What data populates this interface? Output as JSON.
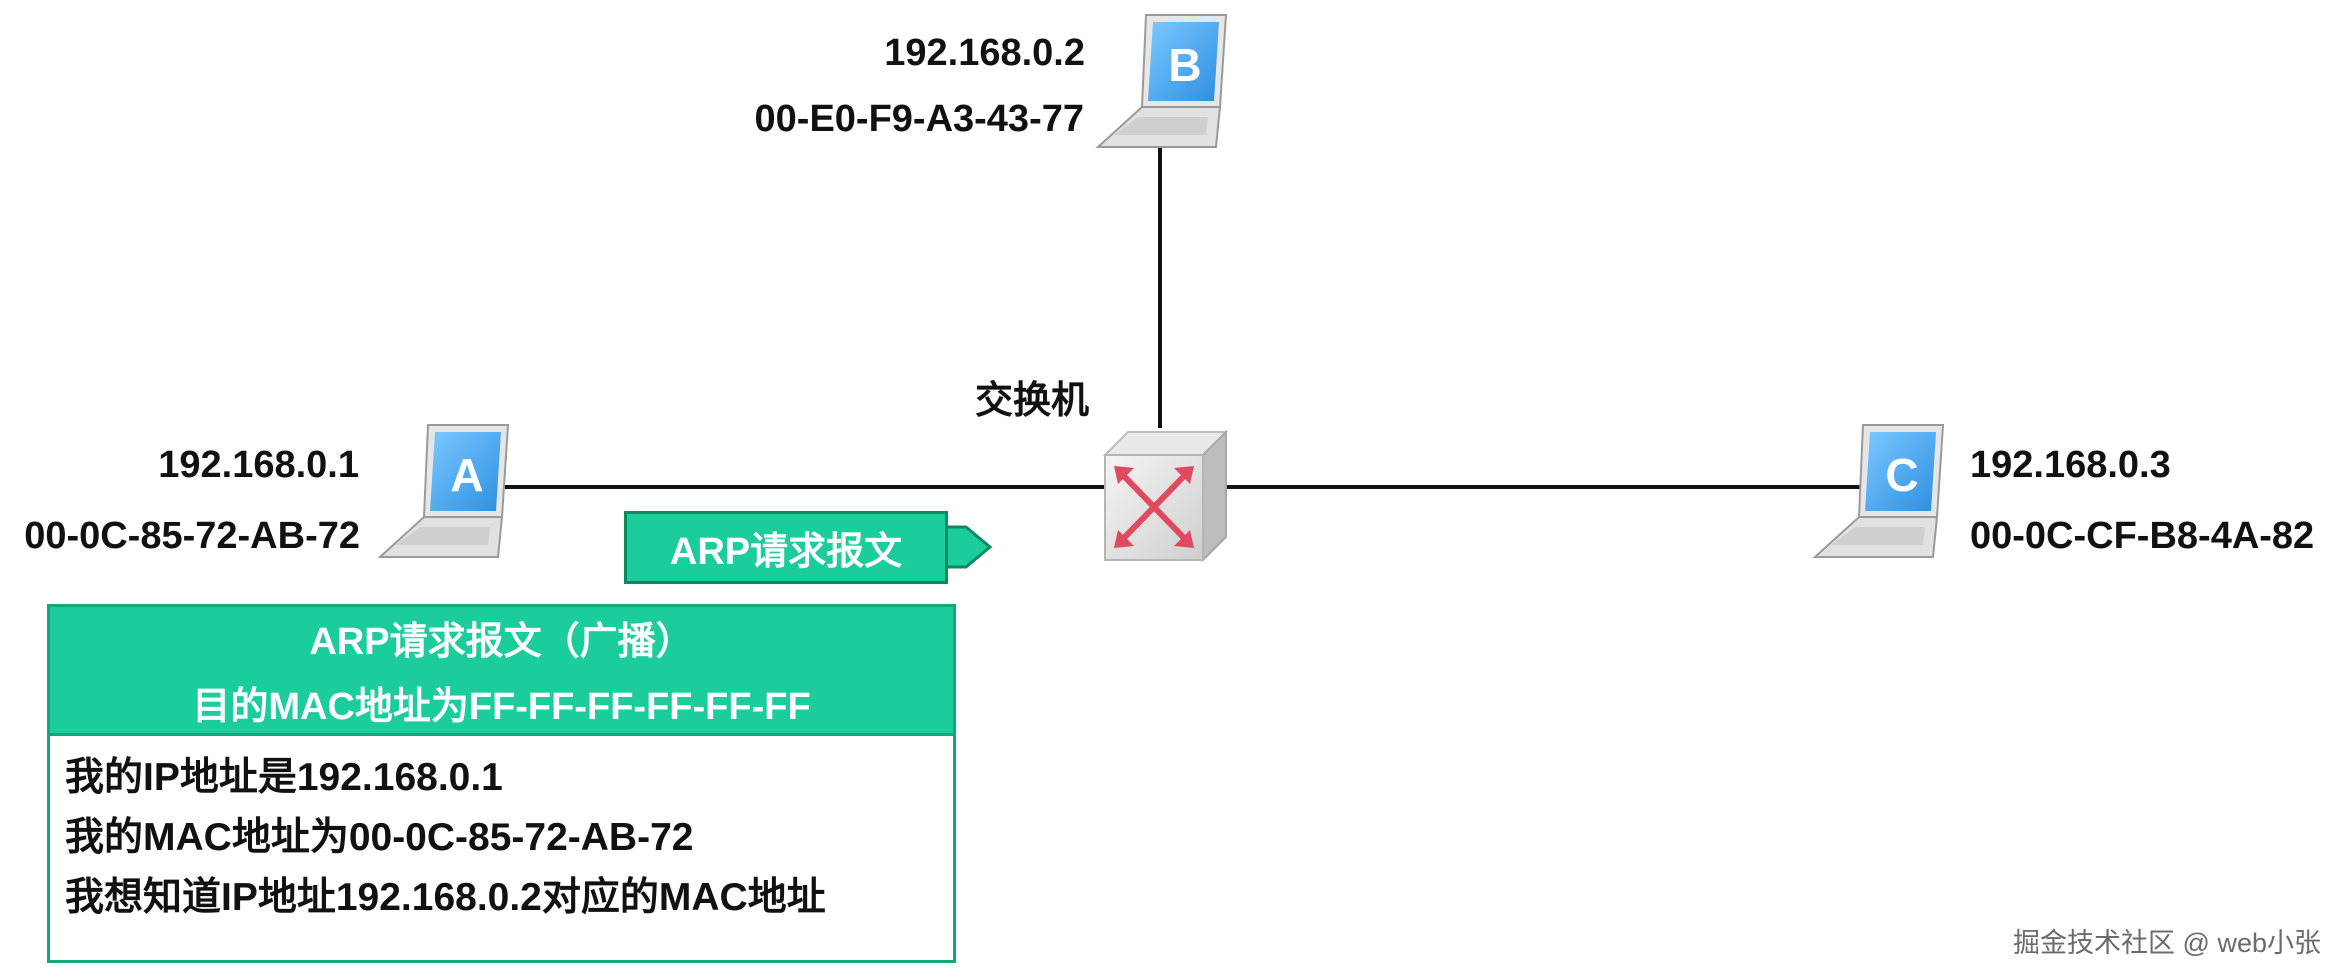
{
  "switch": {
    "label": "交换机"
  },
  "hosts": [
    {
      "letter": "A",
      "ip": "192.168.0.1",
      "mac": "00-0C-85-72-AB-72"
    },
    {
      "letter": "B",
      "ip": "192.168.0.2",
      "mac": "00-E0-F9-A3-43-77"
    },
    {
      "letter": "C",
      "ip": "192.168.0.3",
      "mac": "00-0C-CF-B8-4A-82"
    }
  ],
  "arp_tag": "ARP请求报文",
  "arp_box": {
    "title": "ARP请求报文（广播）",
    "subtitle": "目的MAC地址为FF-FF-FF-FF-FF-FF",
    "lines": [
      "我的IP地址是192.168.0.1",
      "我的MAC地址为00-0C-85-72-AB-72",
      "我想知道IP地址192.168.0.2对应的MAC地址"
    ]
  },
  "watermark": "掘金技术社区 @ web小张",
  "colors": {
    "accent": "#1ccd9c",
    "accent_border": "#12a67b",
    "laptop_screen": "#3fa7ee",
    "switch_arrow": "#e04a5e",
    "link_line": "#111111"
  }
}
